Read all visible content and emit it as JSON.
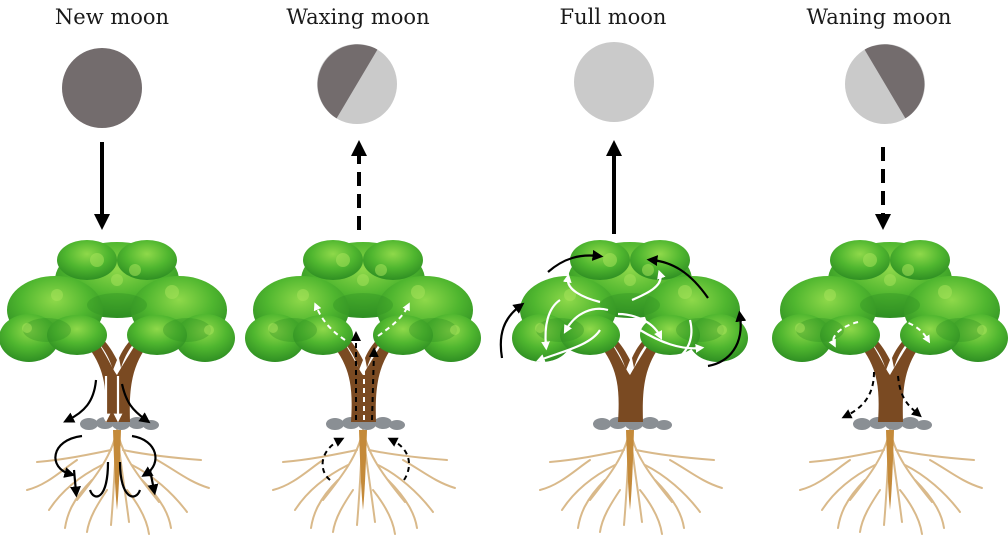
{
  "phases": [
    {
      "title": "New moon",
      "moon": "new",
      "sap_flow": "down"
    },
    {
      "title": "Waxing moon",
      "moon": "waxing",
      "sap_flow": "up-weak"
    },
    {
      "title": "Full moon",
      "moon": "full",
      "sap_flow": "up"
    },
    {
      "title": "Waning moon",
      "moon": "waning",
      "sap_flow": "down-weak"
    }
  ],
  "colors": {
    "moon_dark": "#736c6d",
    "moon_light": "#cacaca",
    "foliage_dark": "#2f8f23",
    "foliage_mid": "#4fb62f",
    "foliage_light": "#8fd94a",
    "trunk": "#7a4a22",
    "roots": "#d9b98a",
    "stones": "#8a8f94",
    "arrow": "#000000",
    "inner_arrow": "#ffffff"
  }
}
